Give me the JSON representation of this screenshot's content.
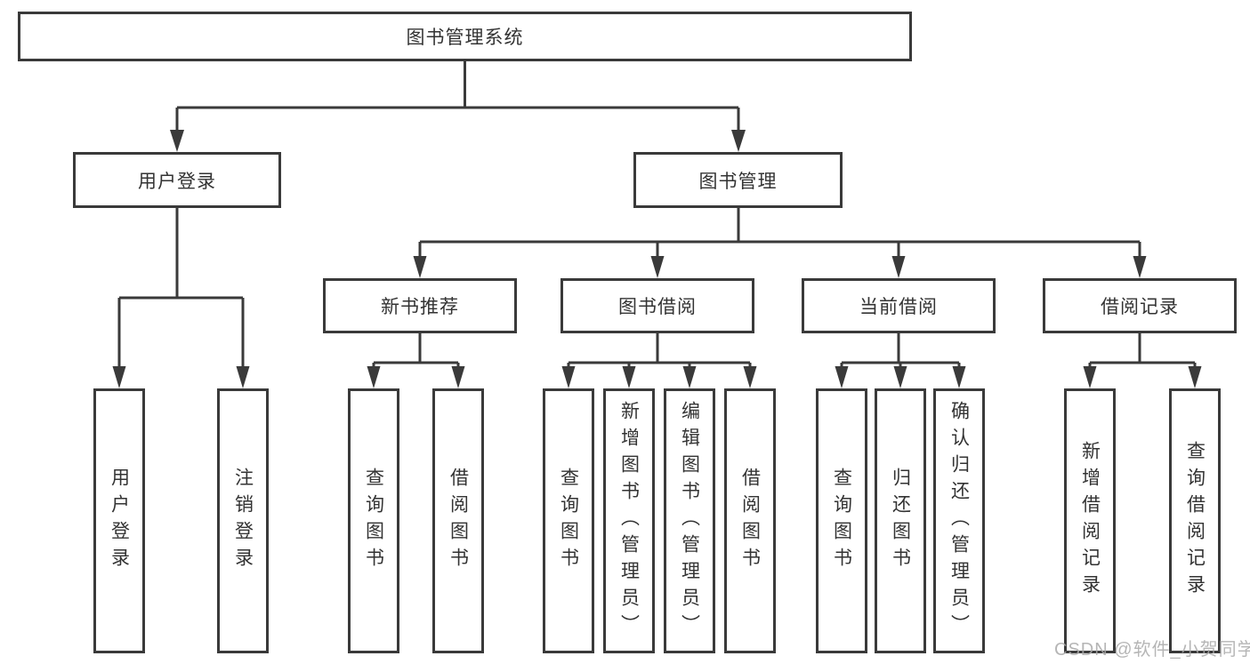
{
  "colors": {
    "line": "#3a3a3a",
    "text": "#333333",
    "box-bg": "#ffffff",
    "bg": "#ffffff",
    "watermark": "#a9a9a9"
  },
  "watermark": "CSDN @软件_小贺同学",
  "tree": {
    "label": "图书管理系统",
    "children": [
      {
        "label": "用户登录",
        "children": [
          {
            "label": "用户登录"
          },
          {
            "label": "注销登录"
          }
        ]
      },
      {
        "label": "图书管理",
        "children": [
          {
            "label": "新书推荐",
            "children": [
              {
                "label": "查询图书"
              },
              {
                "label": "借阅图书"
              }
            ]
          },
          {
            "label": "图书借阅",
            "children": [
              {
                "label": "查询图书"
              },
              {
                "label": "新增图书（管理员）"
              },
              {
                "label": "编辑图书（管理员）"
              },
              {
                "label": "借阅图书"
              }
            ]
          },
          {
            "label": "当前借阅",
            "children": [
              {
                "label": "查询图书"
              },
              {
                "label": "归还图书"
              },
              {
                "label": "确认归还（管理员）"
              }
            ]
          },
          {
            "label": "借阅记录",
            "children": [
              {
                "label": "新增借阅记录"
              },
              {
                "label": "查询借阅记录"
              }
            ]
          }
        ]
      }
    ]
  }
}
